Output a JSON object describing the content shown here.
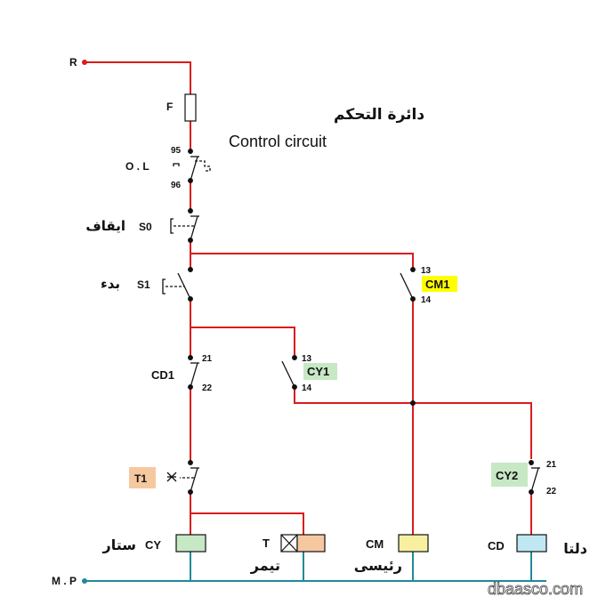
{
  "title": {
    "arabic": "دائرة التحكم",
    "english": "Control circuit"
  },
  "supply": {
    "phase": "R",
    "neutral": "M . P"
  },
  "fuse": {
    "label": "F"
  },
  "overload": {
    "label": "O . L",
    "pin_top": "95",
    "pin_bottom": "96"
  },
  "stop_button": {
    "label": "S0",
    "arabic": "ايقاف"
  },
  "start_button": {
    "label": "S1",
    "arabic": "بدء"
  },
  "contact_cd1": {
    "label": "CD1",
    "pin_top": "21",
    "pin_bottom": "22"
  },
  "contact_cy1": {
    "label": "CY1",
    "pin_top": "13",
    "pin_bottom": "14"
  },
  "contact_cm1": {
    "label": "CM1",
    "pin_top": "13",
    "pin_bottom": "14"
  },
  "timer_contact": {
    "label": "T1"
  },
  "contact_cy2": {
    "label": "CY2",
    "pin_top": "21",
    "pin_bottom": "22"
  },
  "coils": [
    {
      "label": "CY",
      "arabic": "ستار",
      "color": "#c7e8c4"
    },
    {
      "label": "T",
      "arabic": "تيمر",
      "color": "#f6c8a0"
    },
    {
      "label": "CM",
      "arabic": "رئيسى",
      "color": "#f8efa0"
    },
    {
      "label": "CD",
      "arabic": "دلتا",
      "color": "#bfe8f2"
    }
  ],
  "watermark": "dbaasco.com",
  "colors": {
    "wire": "#d91c1c",
    "neutral": "#1f8a99",
    "cm1_tag": "#ffff00",
    "cy_tag": "#c7e8c4",
    "t1_tag": "#f6c8a0"
  }
}
